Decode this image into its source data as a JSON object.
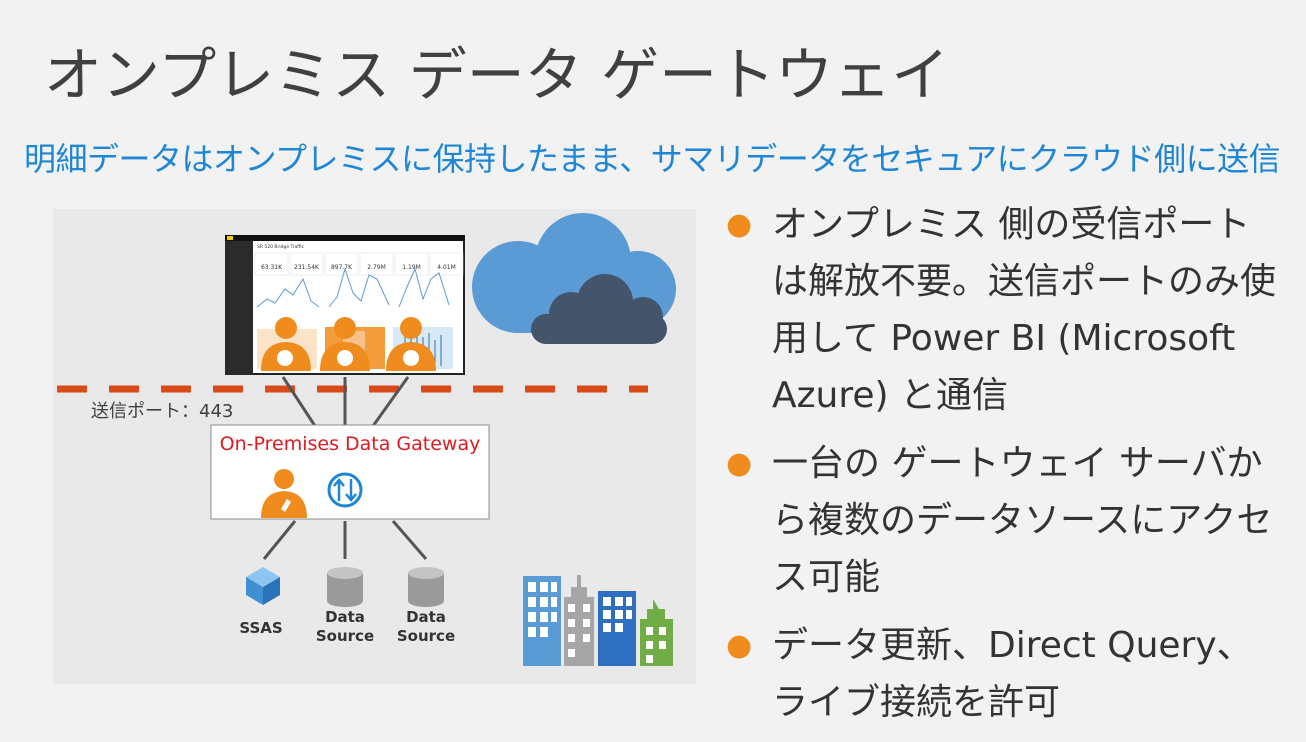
{
  "slide": {
    "title": "オンプレミス データ ゲートウェイ",
    "subtitle": "明細データはオンプレミスに保持したまま、サマリデータをセキュアにクラウド側に送信"
  },
  "diagram": {
    "port_label": "送信ポート：443",
    "gateway_label": "On-Premises  Data Gateway",
    "sources": [
      {
        "line1": "SSAS",
        "line2": ""
      },
      {
        "line1": "Data",
        "line2": "Source"
      },
      {
        "line1": "Data",
        "line2": "Source"
      }
    ],
    "dashboard": {
      "title": "SR 520 Bridge Traffic",
      "kpis": [
        "63.31K",
        "231.54K",
        "897.7K",
        "2.79M",
        "1.19M",
        "4.01M"
      ]
    },
    "colors": {
      "cloud_light": "#5b9bd5",
      "cloud_dark": "#44546a",
      "accent_orange": "#f08c1e",
      "dash_red": "#d94a1a",
      "gateway_text": "#e0191f",
      "subtitle_blue": "#1f86d6"
    }
  },
  "bullets": [
    "オンプレミス 側の受信ポートは解放不要。送信ポートのみ使用して Power BI (Microsoft Azure) と通信",
    "一台の ゲートウェイ サーバから複数のデータソースにアクセス可能",
    "データ更新、Direct Query、ライブ接続を許可"
  ]
}
